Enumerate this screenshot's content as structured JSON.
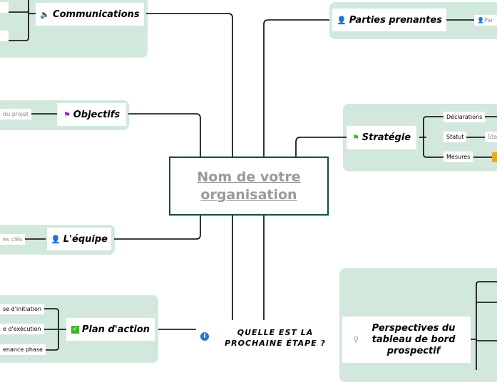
{
  "center": {
    "title": "Nom de votre organisation"
  },
  "branches": {
    "communications": {
      "label": "Communications",
      "icon": "speaker-icon"
    },
    "parties": {
      "label": "Parties prenantes",
      "icon": "person-icon",
      "child": "Par"
    },
    "objectifs": {
      "label": "Objectifs",
      "icon": "purple-flag-icon",
      "child": "du projet"
    },
    "strategie": {
      "label": "Stratégie",
      "icon": "green-flag-icon",
      "children": [
        "Déclarations",
        "Statut",
        "Mesures"
      ],
      "statut_child": "Sta"
    },
    "equipe": {
      "label": "L'équipe",
      "icon": "person-icon",
      "child": "es clés"
    },
    "plan": {
      "label": "Plan d'action",
      "icon": "checkbox-icon",
      "children": [
        "se d'initiation",
        "e d'exécution",
        "enance phase"
      ]
    },
    "next": {
      "label": "QUELLE EST LA PROCHAINE ÉTAPE ?",
      "icon": "info-icon"
    },
    "perspectives": {
      "label": "Perspectives du tableau de bord prospectif",
      "icon": "magnifier-icon"
    }
  },
  "colors": {
    "group_bg": "#d3e8dc",
    "center_border": "#0e4f47",
    "center_text": "#9a9a9a"
  }
}
